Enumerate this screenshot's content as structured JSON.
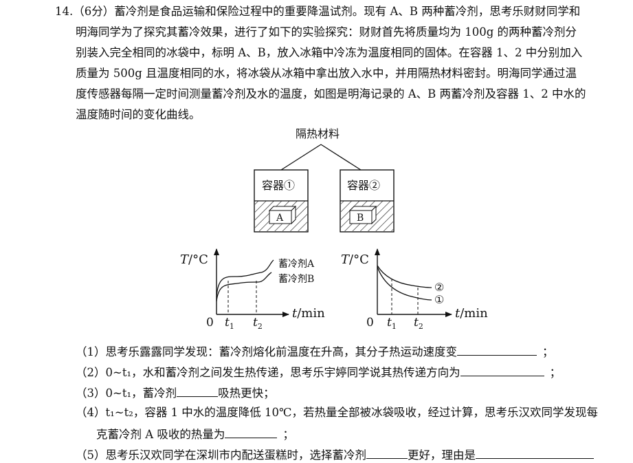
{
  "question": {
    "number": "14.",
    "score": "（6分）",
    "stem_lines": [
      "蓄冷剂是食品运输和保险过程中的重要降温试剂。现有 A、B 两种蓄冷剂，思考乐财财同学和",
      "明海同学为了探究其蓄冷效果，进行了如下的实验探究：财财首先将质量均为 100g 的两种蓄冷剂分",
      "别装入完全相同的冰袋中，标明 A、B，放入冰箱中冷冻为温度相同的固体。在容器 1、2 中分别加入",
      "质量为 500g 且温度相同的水，将冰袋从冰箱中拿出放入水中，并用隔热材料密封。明海同学通过温",
      "度传感器每隔一定时间测量蓄冷剂及水的温度，如图是明海记录的 A、B 两蓄冷剂及容器 1、2 中水的",
      "温度随时间的变化曲线。"
    ]
  },
  "figure": {
    "insulation_label": "隔热材料",
    "container1_label": "容器①",
    "container2_label": "容器②",
    "bag_a": "A",
    "bag_b": "B",
    "graph_left": {
      "y_axis_T": "T",
      "y_axis_unit": "/°C",
      "x_axis_t": "t",
      "x_axis_unit": "/min",
      "origin": "0",
      "t1_base": "t",
      "t1_sub": "1",
      "t2_base": "t",
      "t2_sub": "2",
      "curve_label_a": "蓄冷剂A",
      "curve_label_b": "蓄冷剂B"
    },
    "graph_right": {
      "y_axis_T": "T",
      "y_axis_unit": "/°C",
      "x_axis_t": "t",
      "x_axis_unit": "/min",
      "origin": "0",
      "t1_base": "t",
      "t1_sub": "1",
      "t2_base": "t",
      "t2_sub": "2",
      "curve_label_2": "②",
      "curve_label_1": "①"
    }
  },
  "subquestions": [
    {
      "prefix": "（1）思考乐露露同学发现：蓄冷剂熔化前温度在升高，其分子热运动速度变",
      "suffix": "；"
    },
    {
      "prefix": "（2）0~t₁，水和蓄冷剂之间发生热传递，思考乐宇婷同学说其热传递方向为",
      "suffix": "；"
    },
    {
      "prefix": "（3）0~t₁，蓄冷剂",
      "suffix": "吸热更快；"
    },
    {
      "prefix": "（4）t₁~t₂，容器 1 中水的温度降低 10℃，若热量全部被冰袋吸收，经过计算，思考乐汉欢同学发现每",
      "suffix": ""
    },
    {
      "prefix": "克蓄冷剂 A 吸收的热量为",
      "suffix": "；"
    },
    {
      "prefix": "（5）思考乐汉欢同学在深圳市内配送蛋糕时，选择蓄冷剂",
      "mid": "更好，理由是",
      "suffix": ""
    }
  ]
}
